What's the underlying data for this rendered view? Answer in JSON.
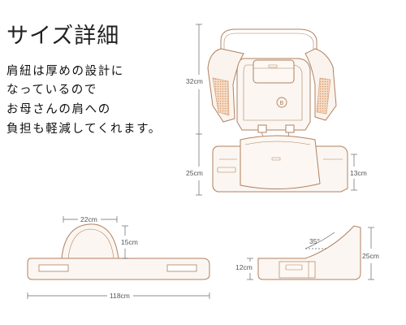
{
  "title": "サイズ詳細",
  "description": [
    "肩紐は厚めの設計に",
    "なっているので",
    "お母さんの肩への",
    "負担も軽減してくれます。"
  ],
  "dimensions": {
    "upper_height": "32cm",
    "lower_height": "25cm",
    "seat_height": "13cm",
    "waist_arc_width": "22cm",
    "waist_arc_height": "15cm",
    "belt_length": "118cm",
    "seat_angle": "35°",
    "side_depth": "12cm",
    "side_height": "25cm"
  },
  "colors": {
    "line": "#b08060",
    "mesh": "#e7c2a4",
    "dimension": "#666666"
  }
}
